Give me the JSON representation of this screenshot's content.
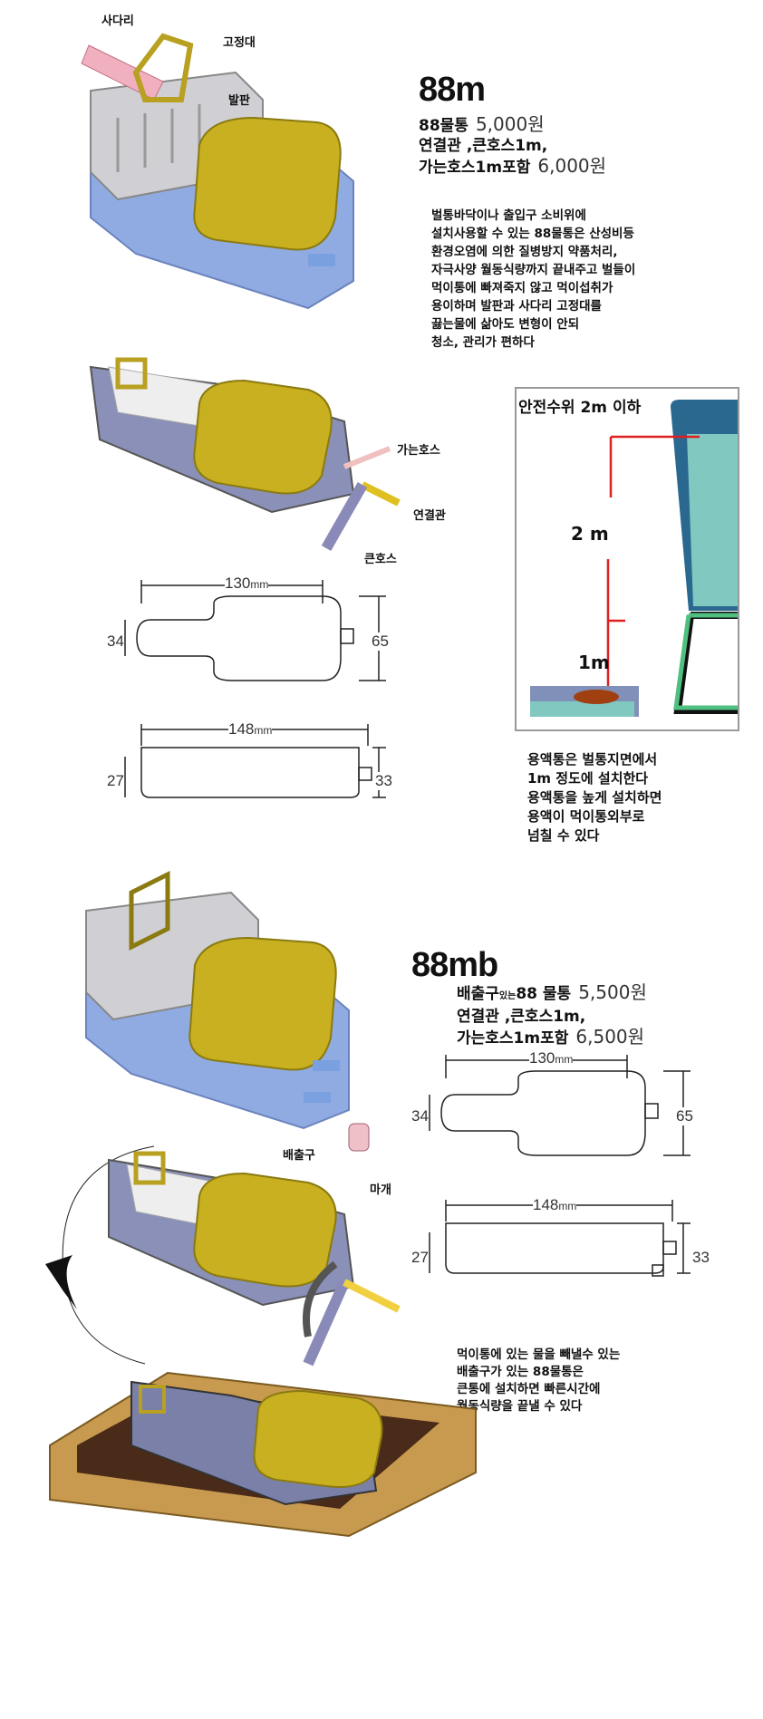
{
  "model_88m": {
    "title": "88m",
    "labels": {
      "ladder": "사다리",
      "holder": "고정대",
      "step": "발판",
      "thin_hose": "가는호스",
      "connector": "연결관",
      "thick_hose": "큰호스"
    },
    "price_lines": [
      {
        "text": "88물통",
        "price": "5,000원"
      },
      {
        "text": "연결관 ,큰호스1m,"
      },
      {
        "text": "가는호스1m포함",
        "price": "6,000원"
      }
    ],
    "description": [
      " 벌통바닥이나 출입구 소비위에",
      "설치사용할 수 있는 88물통은  산성비등",
      "환경오염에 의한  질병방지 약품처리,",
      "자극사양 월동식량까지 끝내주고 벌들이",
      "먹이통에 빠져죽지 않고 먹이섭취가",
      "용이하며  발판과 사다리 고정대를",
      "끓는물에   삶아도 변형이 안되",
      "청소, 관리가 편하다"
    ],
    "dims_top": {
      "length": "130",
      "unit": "mm",
      "left": "34",
      "right": "65"
    },
    "dims_side": {
      "length": "148",
      "unit": "mm",
      "left": "27",
      "right": "33"
    }
  },
  "safety": {
    "title": "안전수위 2m 이하",
    "mark_2m": "2 m",
    "mark_1m": "1m",
    "text": [
      "용액통은 벌통지면에서",
      "1m 정도에 설치한다",
      "용액통을  높게 설치하면",
      "용액이 먹이통외부로",
      "넘칠 수 있다"
    ]
  },
  "model_88mb": {
    "title": "88mb",
    "labels": {
      "outlet": "배출구",
      "cap": "마개"
    },
    "price_lines": [
      {
        "text_big": "배출구",
        "text_small": "있는",
        "text_rest": "88 물통",
        "price": "5,500원"
      },
      {
        "text": "연결관 ,큰호스1m,"
      },
      {
        "text": "가는호스1m포함",
        "price": "6,500원"
      }
    ],
    "dims_top": {
      "length": "130",
      "unit": "mm",
      "left": "34",
      "right": "65"
    },
    "dims_side": {
      "length": "148",
      "unit": "mm",
      "left": "27",
      "right": "33"
    },
    "description": [
      " 먹이통에 있는 물을 빼낼수 있는",
      "배출구가 있는 88물통은",
      "큰통에 설치하면 빠른시간에",
      "월동식량을 끝낼 수 있다"
    ]
  },
  "colors": {
    "lid": "#c8b020",
    "tank": "#5878c0",
    "tray": "#c8c8cc",
    "wood": "#c89a50",
    "red": "#e02020"
  }
}
